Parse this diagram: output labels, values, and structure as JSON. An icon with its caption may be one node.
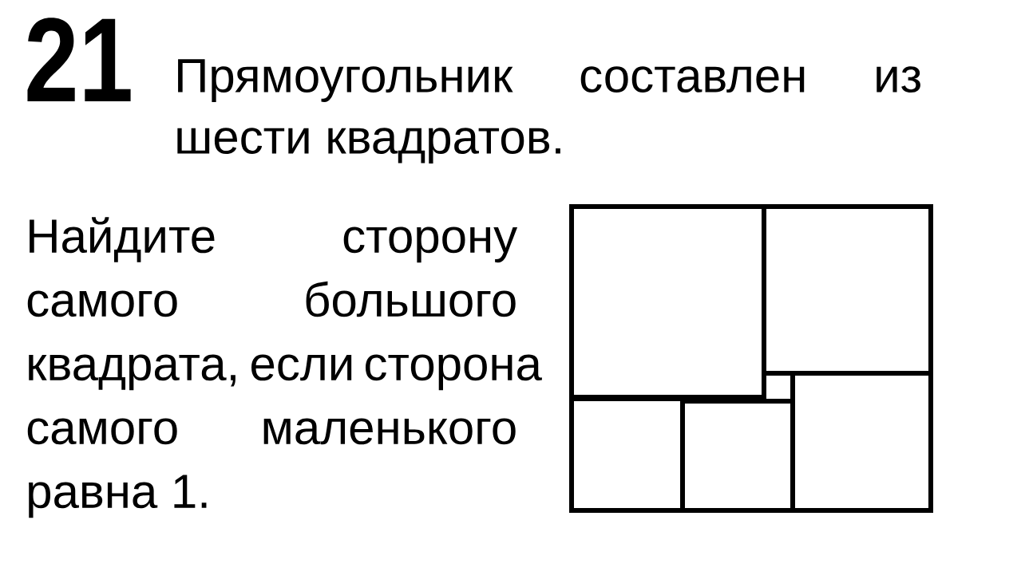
{
  "diagram": {
    "labels": [
      "21",
      "Прямоугольник составлен из шести квадратов.",
      "Найдите сторону самого большого квадрата, если сторона самого маленького равна 1."
    ]
  }
}
